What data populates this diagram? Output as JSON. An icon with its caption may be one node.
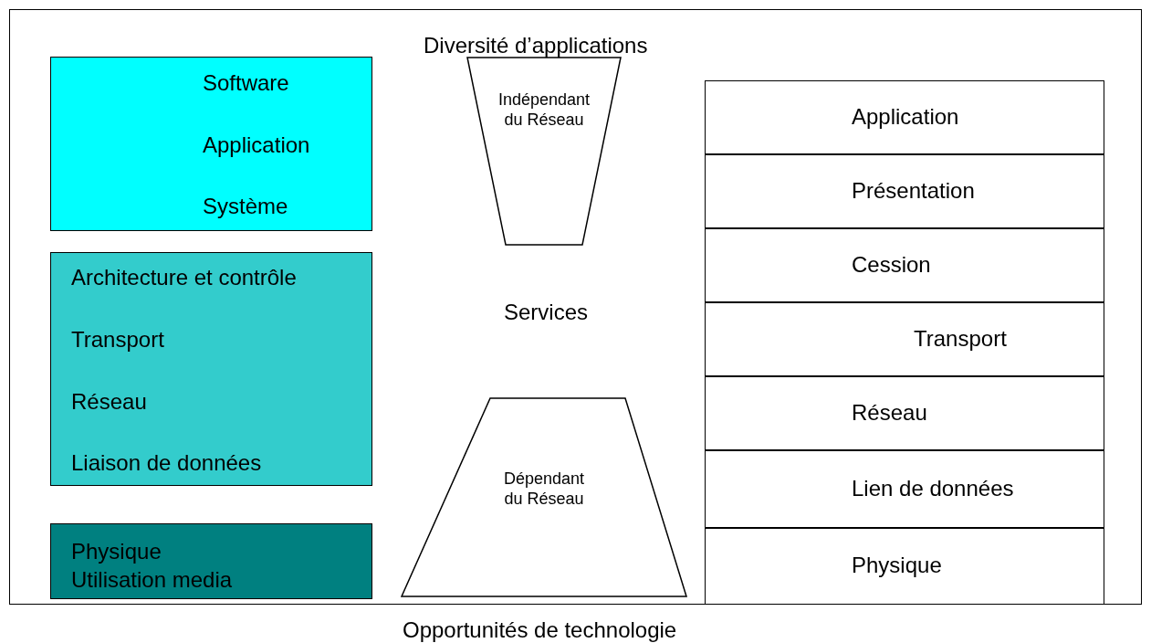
{
  "diagram": {
    "nodes": [
      {
        "text": [
          "Software",
          "Application",
          "Système"
        ]
      },
      {
        "text": [
          "Architecture et contrôle",
          "Transport",
          "Réseau",
          "Liaison de données"
        ]
      },
      {
        "text": [
          "Physique",
          "Utilisation media"
        ]
      },
      {
        "text": [
          "Indépendant du Réseau"
        ]
      },
      {
        "text": [
          "Dépendant du Réseau"
        ]
      },
      {
        "text": [
          "Application"
        ]
      },
      {
        "text": [
          "Présentation"
        ]
      },
      {
        "text": [
          "Cession"
        ]
      },
      {
        "text": [
          "Transport"
        ]
      },
      {
        "text": [
          "Réseau"
        ]
      },
      {
        "text": [
          "Lien de données"
        ]
      },
      {
        "text": [
          "Physique"
        ]
      }
    ],
    "edges": [],
    "labels": [
      "Diversité d’applications",
      "Services",
      "Opportunités de technologie"
    ]
  }
}
